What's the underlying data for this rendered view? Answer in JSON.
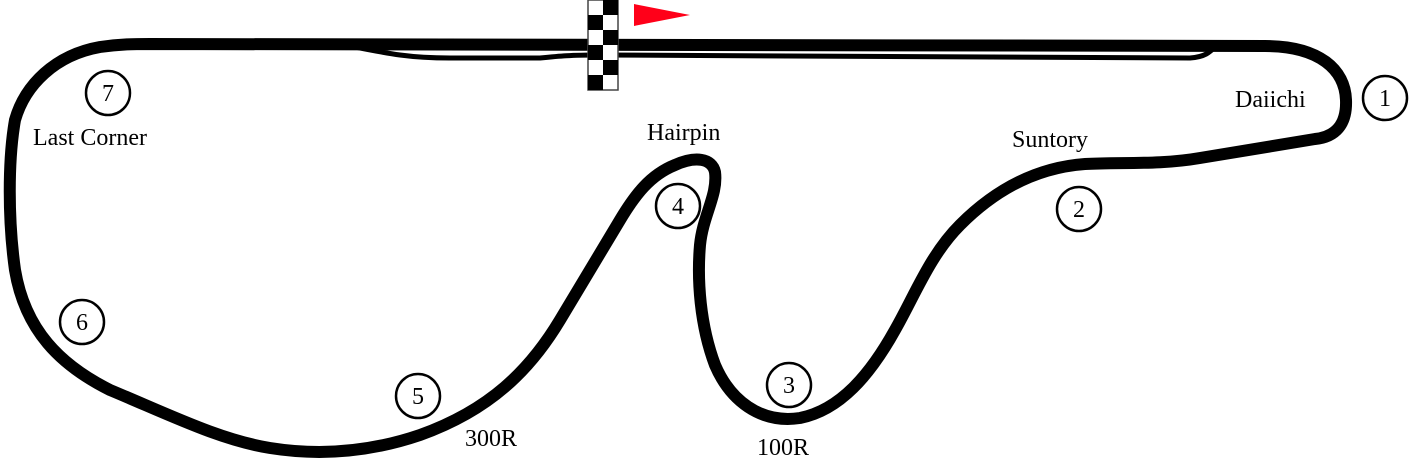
{
  "title": "Suzuka-style circuit map",
  "colors": {
    "track": "#000000",
    "flag": "#ff0019",
    "background": "#ffffff"
  },
  "icons": {
    "start_finish": "checkered-flag-icon",
    "direction": "red-pennant-flag-icon"
  },
  "corners": [
    {
      "number": "1",
      "name": "Daiichi"
    },
    {
      "number": "2",
      "name": "Suntory"
    },
    {
      "number": "3",
      "name": "100R"
    },
    {
      "number": "4",
      "name": "Hairpin"
    },
    {
      "number": "5",
      "name": "300R"
    },
    {
      "number": "6",
      "name": ""
    },
    {
      "number": "7",
      "name": "Last Corner"
    }
  ]
}
